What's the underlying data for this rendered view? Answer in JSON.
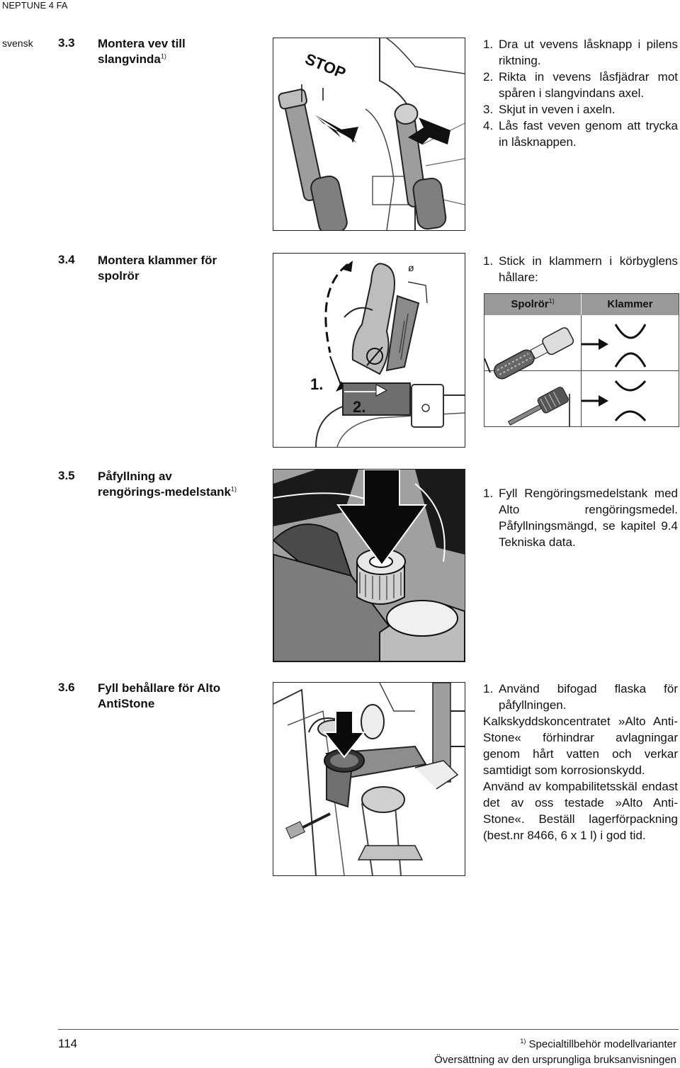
{
  "header": {
    "product": "NEPTUNE 4 FA"
  },
  "language": "svensk",
  "sections": {
    "s33": {
      "number": "3.3",
      "title": "Montera vev till slangvinda",
      "sup": "1)",
      "figure_label": "STOP",
      "steps": [
        {
          "n": "1.",
          "text": "Dra ut vevens låsknapp i pilens riktning."
        },
        {
          "n": "2.",
          "text": "Rikta in vevens låsfjädrar mot spåren i slangvindans axel."
        },
        {
          "n": "3.",
          "text": "Skjut in veven i axeln."
        },
        {
          "n": "4.",
          "text": "Lås fast veven genom att trycka in låsknappen."
        }
      ]
    },
    "s34": {
      "number": "3.4",
      "title": "Montera klammer för spolrör",
      "figure_labels": {
        "step1": "1.",
        "step2": "2.",
        "diameter": "ø"
      },
      "steps": [
        {
          "n": "1.",
          "text": "Stick in klammern i körbyglens hållare:"
        }
      ],
      "table": {
        "col1": "Spolrör",
        "col1_sup": "1)",
        "col2": "Klammer"
      }
    },
    "s35": {
      "number": "3.5",
      "title": "Påfyllning av rengörings-medelstank",
      "sup": "1)",
      "steps": [
        {
          "n": "1.",
          "text": "Fyll Rengöringsmedelstank med Alto rengöringsmedel. Påfyllningsmängd, se kapitel 9.4 Tekniska data."
        }
      ]
    },
    "s36": {
      "number": "3.6",
      "title": "Fyll behållare för Alto AntiStone",
      "steps": [
        {
          "n": "1.",
          "text": "Använd bifogad flaska för påfyllningen."
        }
      ],
      "paragraphs": [
        "Kalkskyddskoncentratet »Alto Anti-Stone« förhindrar avlagningar genom hårt vatten och verkar samtidigt som korrosionskydd.",
        "Använd av kompabilitetsskäl endast det av oss testade »Alto Anti-Stone«. Beställ lagerförpackning (best.nr 8466, 6 x 1 l) i god tid."
      ]
    }
  },
  "footer": {
    "page": "114",
    "note_sup": "1)",
    "note": "Specialtillbehör modellvarianter",
    "translation": "Översättning av den ursprungliga bruksanvisningen"
  }
}
